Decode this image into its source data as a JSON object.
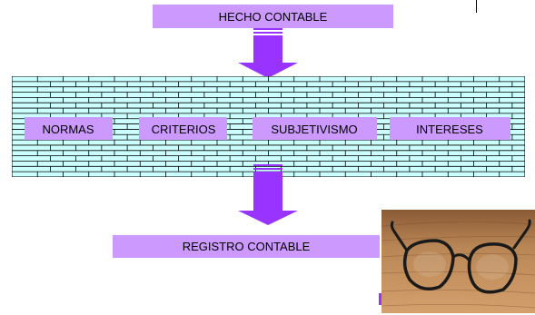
{
  "colors": {
    "label_fill": "#cc99ff",
    "grid_fill": "#ccffff",
    "grid_line": "#000000",
    "arrow_fill": "#9933ff"
  },
  "diagram": {
    "top_label": "HECHO CONTABLE",
    "bottom_label": "REGISTRO CONTABLE",
    "filters": [
      "NORMAS",
      "CRITERIOS",
      "SUBJETIVISMO",
      "INTERESES"
    ]
  },
  "photo": {
    "subject": "eyeglasses-on-wooden-table"
  }
}
